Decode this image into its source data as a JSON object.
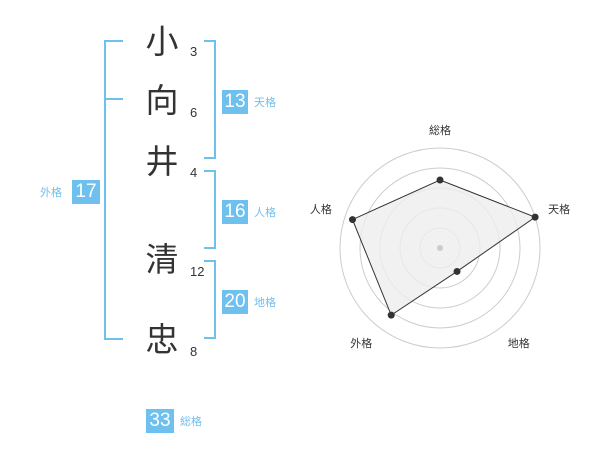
{
  "name": {
    "characters": [
      {
        "char": "小",
        "strokes": "3"
      },
      {
        "char": "向",
        "strokes": "6"
      },
      {
        "char": "井",
        "strokes": "4"
      },
      {
        "char": "清",
        "strokes": "12"
      },
      {
        "char": "忠",
        "strokes": "8"
      }
    ]
  },
  "fortune": {
    "tenkaku": {
      "value": "13",
      "label": "天格"
    },
    "jinkaku": {
      "value": "16",
      "label": "人格"
    },
    "chikaku": {
      "value": "20",
      "label": "地格"
    },
    "gaikaku": {
      "value": "17",
      "label": "外格"
    },
    "soukaku": {
      "value": "33",
      "label": "総格"
    }
  },
  "colors": {
    "accent": "#6ec0ee",
    "text": "#333333",
    "grid": "#cccccc",
    "fill": "#eeeeee"
  },
  "chart_data": {
    "type": "radar",
    "categories": [
      "総格",
      "天格",
      "地格",
      "外格",
      "人格"
    ],
    "values": [
      0.68,
      1.0,
      0.29,
      0.83,
      0.92
    ],
    "rings": 5,
    "range": [
      0,
      1
    ]
  }
}
